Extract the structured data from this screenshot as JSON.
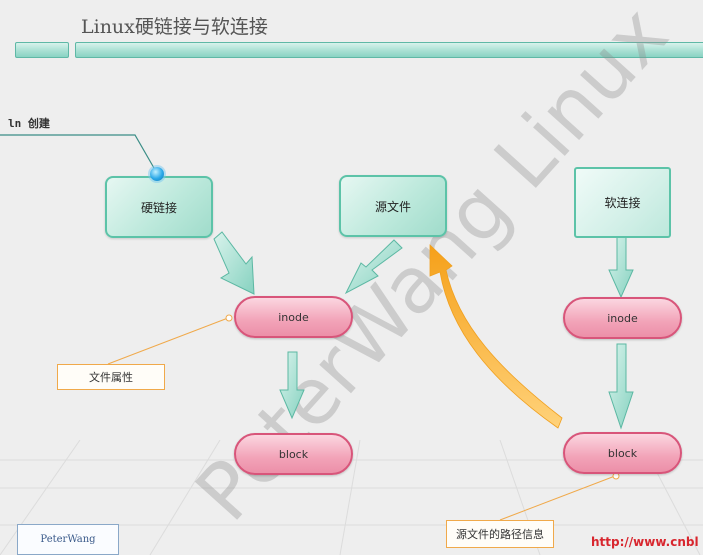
{
  "title": "Linux硬链接与软连接",
  "ln_label": "ln 创建",
  "nodes": {
    "hard_link": "硬链接",
    "source_file": "源文件",
    "soft_link": "软连接",
    "inode_left": "inode",
    "block_left": "block",
    "inode_right": "inode",
    "block_right": "block"
  },
  "notes": {
    "file_attrs": "文件属性",
    "source_path_info": "源文件的路径信息"
  },
  "watermark": "PeterWang Linux",
  "brand": "PeterWang",
  "url": "http://www.cnbl",
  "colors": {
    "teal": "#5cc3a8",
    "pink": "#d8557a",
    "orange": "#f5a623"
  }
}
